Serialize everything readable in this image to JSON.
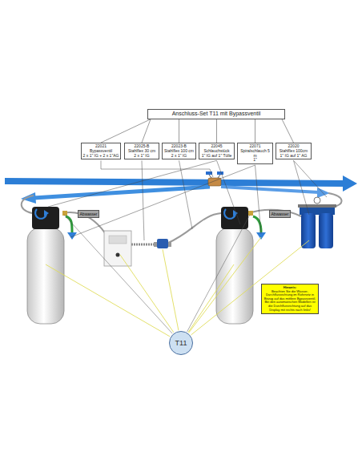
{
  "diagram": {
    "nodes": [
      {
        "text": [
          "Anschluss-Set T11 mit Bypassventil"
        ]
      },
      {
        "text": [
          "22021",
          "Bypassventil",
          "2 x 1\" IG + 2 x 1\"AG"
        ]
      },
      {
        "text": [
          "22025-B",
          "Stahlflex 30 cm",
          "2 x 1\" IG"
        ]
      },
      {
        "text": [
          "22023-B",
          "Stahlflex 100 cm",
          "2 x 1\" IG"
        ]
      },
      {
        "text": [
          "22045",
          "Schlauchstück",
          "1\" IG auf 1\" Tülle"
        ]
      },
      {
        "text": [
          "22071",
          "Spiralschlauch 5 m",
          "1\""
        ]
      },
      {
        "text": [
          "22020",
          "Stahlflex 100cm",
          "1\" IG auf 1\" AG"
        ]
      },
      {
        "text": [
          "Abwasser"
        ]
      },
      {
        "text": [
          "Abwasser"
        ]
      },
      {
        "text": [
          "Hinweis:",
          "Beachten Sie die Wasser-Durchflussrichtung im Rohrnetz in Bezug auf das mittlere Bypassventil. Bei den automatischen Modellen ist die Durchflussrichtung auf das Display mit rechts nach links!"
        ]
      },
      {
        "text": [
          "T11"
        ]
      }
    ],
    "edges": [
      {
        "from": 0,
        "to": 1,
        "arrow": "none"
      },
      {
        "from": 0,
        "to": 2,
        "arrow": "none"
      },
      {
        "from": 0,
        "to": 3,
        "arrow": "none"
      },
      {
        "from": 0,
        "to": 4,
        "arrow": "none"
      },
      {
        "from": 0,
        "to": 5,
        "arrow": "none"
      },
      {
        "from": 0,
        "to": 6,
        "arrow": "none"
      }
    ]
  }
}
